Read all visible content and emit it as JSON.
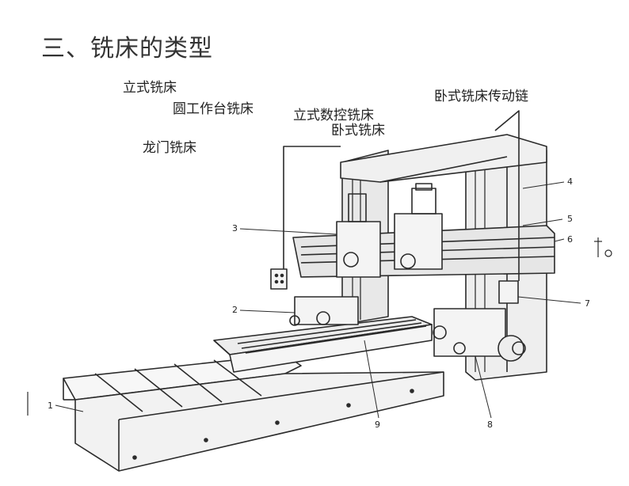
{
  "title": "三、铣床的类型",
  "types": {
    "vertical": "立式铣床",
    "rotary_table": "圆工作台铣床",
    "gantry": "龙门铣床",
    "vertical_cnc": "立式数控铣床",
    "horizontal": "卧式铣床",
    "horizontal_drive": "卧式铣床传动链"
  },
  "callouts": [
    "1",
    "2",
    "3",
    "4",
    "5",
    "6",
    "7",
    "8",
    "9"
  ],
  "colors": {
    "line": "#2b2b2b",
    "shade": "#555555"
  }
}
